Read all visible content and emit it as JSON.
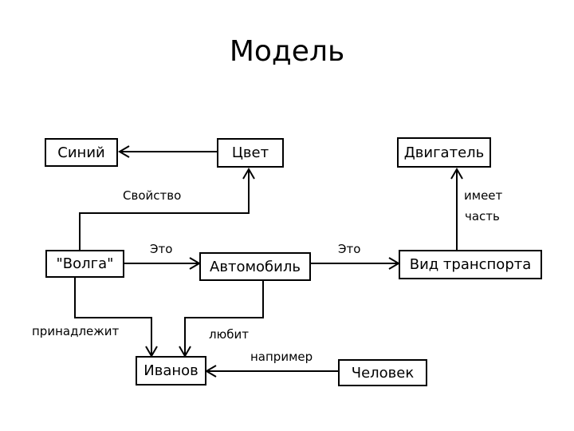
{
  "title": "Модель",
  "nodes": {
    "siniy": "Синий",
    "tsvet": "Цвет",
    "dvigatel": "Двигатель",
    "volga": "\"Волга\"",
    "avtomobil": "Автомобиль",
    "vid_transporta": "Вид транспорта",
    "ivanov": "Иванов",
    "chelovek": "Человек"
  },
  "edge_labels": {
    "svoystvo": "Свойство",
    "eto_1": "Это",
    "eto_2": "Это",
    "imeet": "имеет",
    "chast": "часть",
    "prinadlezhit": "принадлежит",
    "lyubit": "любит",
    "naprimer": "например"
  }
}
